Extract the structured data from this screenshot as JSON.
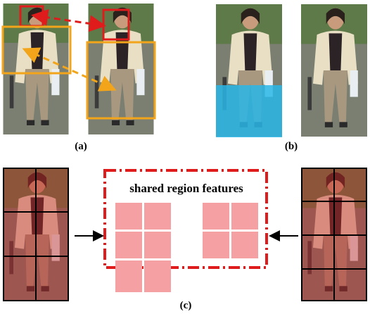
{
  "figure": {
    "panel_a_label": "(a)",
    "panel_b_label": "(b)",
    "panel_c_label": "(c)",
    "shared_box_title": "shared region features"
  },
  "colors": {
    "head_box": "#e01b1b",
    "body_box": "#f2a51a",
    "occlusion": "#29b6e8",
    "region_tile": "#f5a0a3",
    "shared_frame": "#e01b1b",
    "arrow": "#000000"
  }
}
